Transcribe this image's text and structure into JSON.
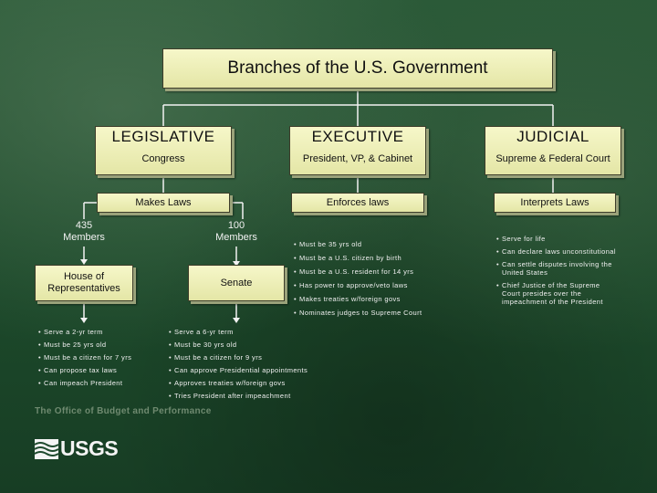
{
  "title": "Branches of the U.S. Government",
  "branches": {
    "legislative": {
      "name": "LEGISLATIVE",
      "sub": "Congress",
      "role": "Makes Laws"
    },
    "executive": {
      "name": "EXECUTIVE",
      "sub": "President, VP, & Cabinet",
      "role": "Enforces laws"
    },
    "judicial": {
      "name": "JUDICIAL",
      "sub": "Supreme & Federal Court",
      "role": "Interprets Laws"
    }
  },
  "house": {
    "count": "435",
    "members": "Members",
    "name_line1": "House of",
    "name_line2": "Representatives",
    "bullets": [
      "Serve a 2-yr term",
      "Must be 25 yrs old",
      "Must be a citizen for 7 yrs",
      "Can propose tax laws",
      "Can impeach President"
    ]
  },
  "senate": {
    "count": "100",
    "members": "Members",
    "name": "Senate",
    "bullets": [
      "Serve a 6-yr term",
      "Must be 30 yrs old",
      "Must be a citizen for 9 yrs",
      "Can approve Presidential appointments",
      "Approves treaties w/foreign govs",
      "Tries President after impeachment"
    ]
  },
  "executive_bullets": [
    "Must be 35 yrs old",
    "Must be a U.S. citizen by birth",
    "Must be a U.S. resident for 14 yrs",
    "Has power to approve/veto laws",
    "Makes treaties w/foreign govs",
    "Nominates judges to Supreme Court"
  ],
  "judicial_bullets": [
    "Serve for life",
    "Can declare laws unconstitutional",
    "Can settle disputes involving the United States",
    "Chief Justice of the Supreme Court presides over the impeachment of the President"
  ],
  "footer": {
    "office": "The Office of Budget and Performance",
    "logo_text": "USGS"
  },
  "colors": {
    "background": "#1f4a2e",
    "box_fill": "#f3f4c4",
    "connector": "#f2f2f2",
    "text_light": "#f0f0f0"
  }
}
